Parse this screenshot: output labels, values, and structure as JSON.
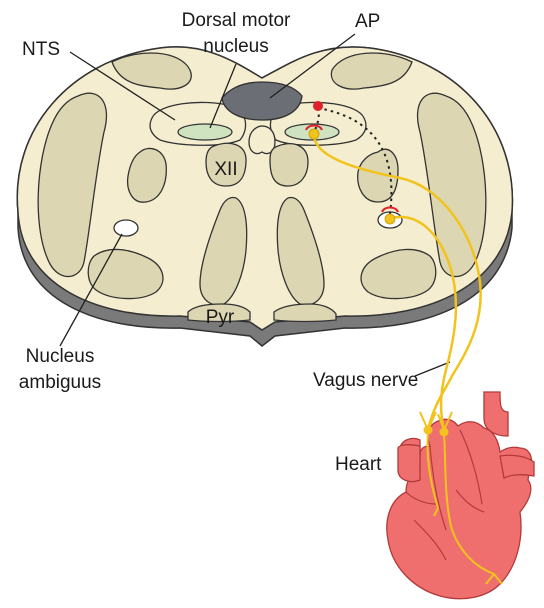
{
  "labels": {
    "nts": "NTS",
    "dmn_line1": "Dorsal motor",
    "dmn_line2": "nucleus",
    "ap": "AP",
    "xii": "XII",
    "pyr": "Pyr",
    "na_line1": "Nucleus",
    "na_line2": "ambiguus",
    "vagus": "Vagus nerve",
    "heart": "Heart"
  },
  "colors": {
    "tissue": "#f5edcf",
    "tract": "#ddd6b3",
    "outline": "#333333",
    "shadow": "#7a7a7a",
    "area_postrema": "#6b6e74",
    "dmn": "#cfe3c0",
    "nerve": "#f2c31c",
    "synapse_red": "#e0202a",
    "heart": "#ef6f6e",
    "heart_outline": "#b23a3a"
  }
}
